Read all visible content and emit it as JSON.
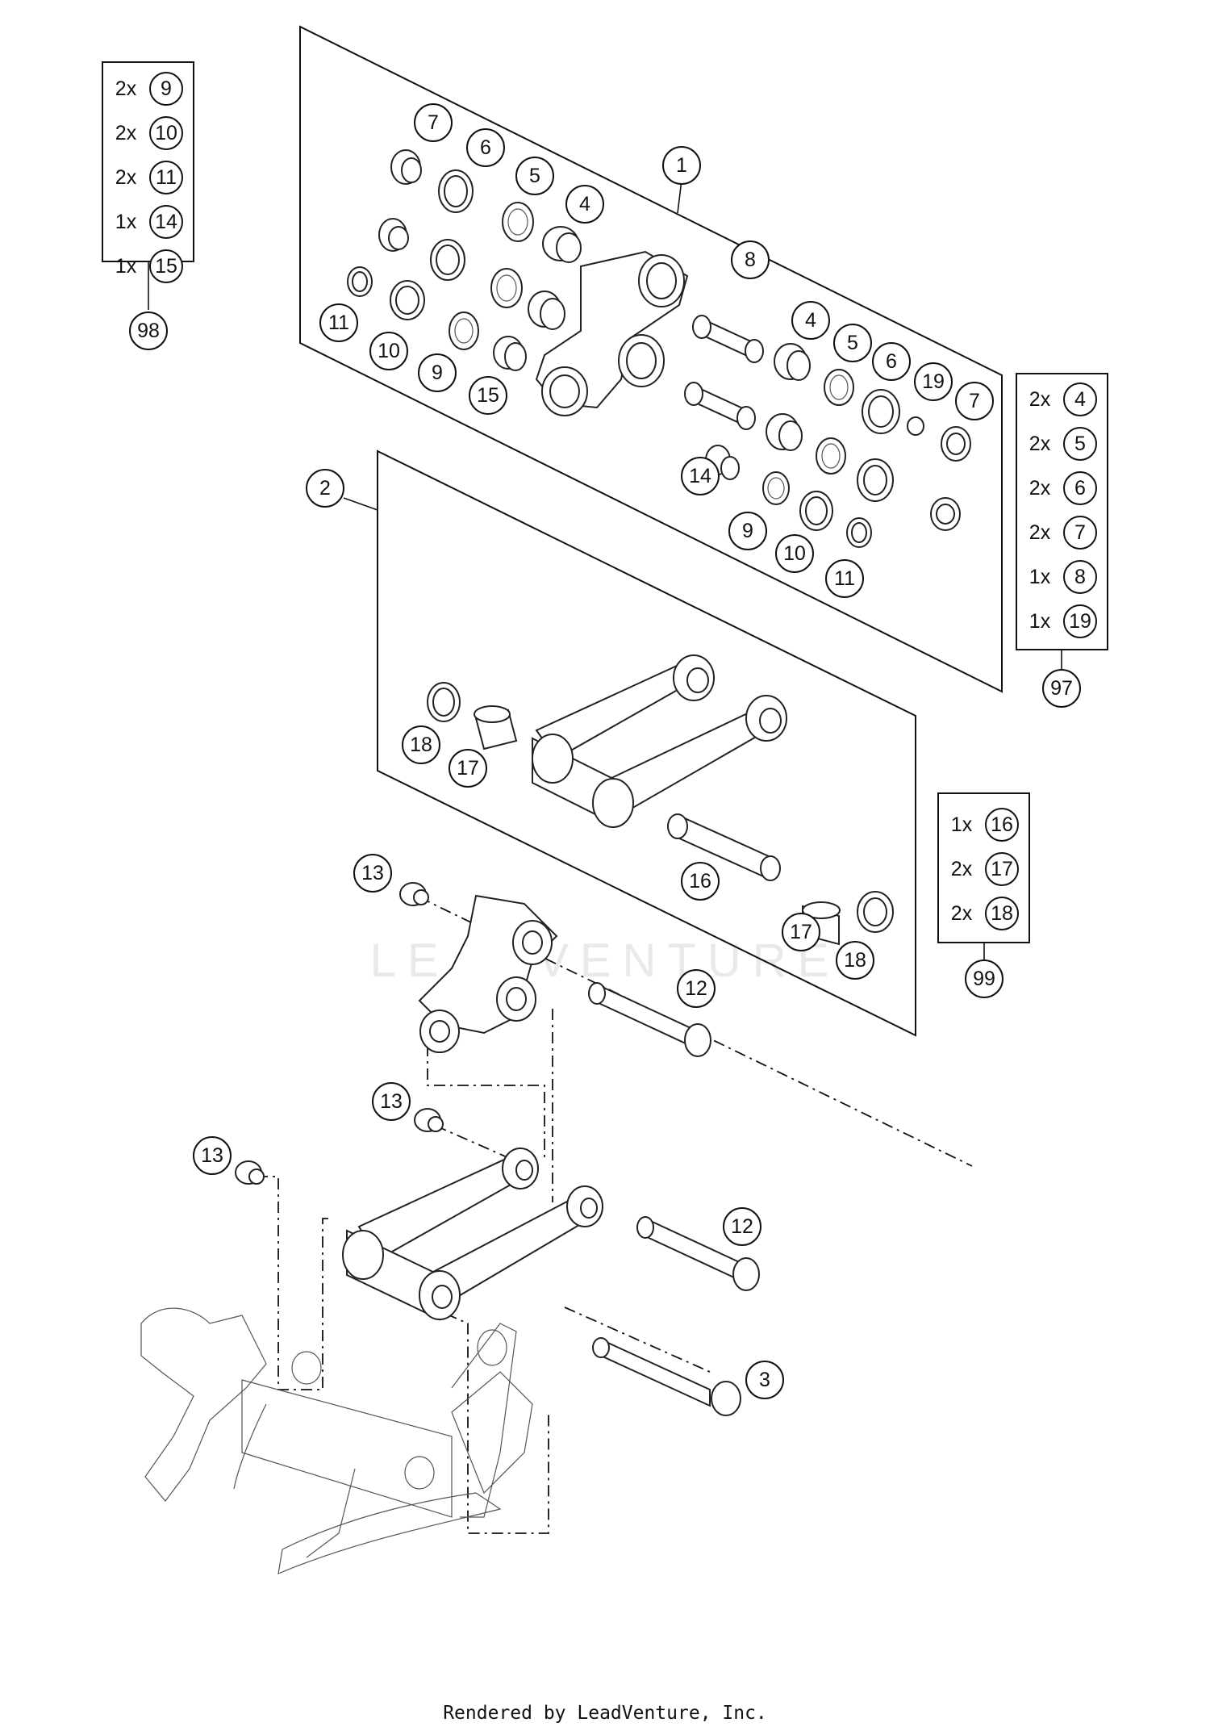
{
  "watermark": "LEADVENTURE",
  "footer": "Rendered by LeadVenture, Inc.",
  "callouts": {
    "c1": "1",
    "c2": "2",
    "c3": "3",
    "k1_4": "4",
    "k1_5": "5",
    "k1_6": "6",
    "k1_7": "7",
    "k1_9": "9",
    "k1_10": "10",
    "k1_11": "11",
    "k1_15": "15",
    "k1_8": "8",
    "k1_4b": "4",
    "k1_5b": "5",
    "k1_6b": "6",
    "k1_19": "19",
    "k1_7b": "7",
    "k1_14": "14",
    "k1_9b": "9",
    "k1_10b": "10",
    "k1_11b": "11",
    "k2_18": "18",
    "k2_17": "17",
    "k2_16": "16",
    "k2_17b": "17",
    "k2_18b": "18",
    "n13a": "13",
    "n13b": "13",
    "n13c": "13",
    "n12a": "12",
    "n12b": "12"
  },
  "kits": {
    "k98": {
      "ref": "98",
      "rows": [
        {
          "qty": "2x",
          "part": "9"
        },
        {
          "qty": "2x",
          "part": "10"
        },
        {
          "qty": "2x",
          "part": "11"
        },
        {
          "qty": "1x",
          "part": "14"
        },
        {
          "qty": "1x",
          "part": "15"
        }
      ]
    },
    "k97": {
      "ref": "97",
      "rows": [
        {
          "qty": "2x",
          "part": "4"
        },
        {
          "qty": "2x",
          "part": "5"
        },
        {
          "qty": "2x",
          "part": "6"
        },
        {
          "qty": "2x",
          "part": "7"
        },
        {
          "qty": "1x",
          "part": "8"
        },
        {
          "qty": "1x",
          "part": "19"
        }
      ]
    },
    "k99": {
      "ref": "99",
      "rows": [
        {
          "qty": "1x",
          "part": "16"
        },
        {
          "qty": "2x",
          "part": "17"
        },
        {
          "qty": "2x",
          "part": "18"
        }
      ]
    }
  }
}
